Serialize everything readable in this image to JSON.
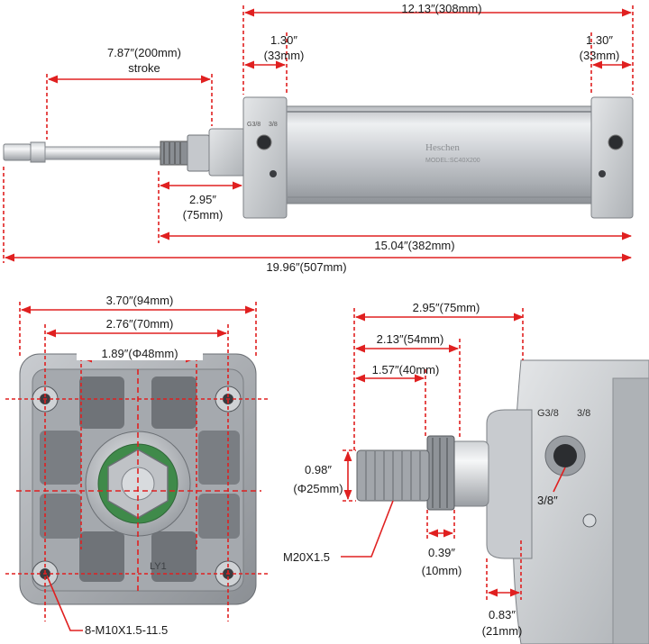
{
  "accent_color": "#e02020",
  "side_view": {
    "overall_length": "12.13″(308mm)",
    "left_cap_dim": {
      "line1": "1.30″",
      "line2": "(33mm)"
    },
    "right_cap_dim": {
      "line1": "1.30″",
      "line2": "(33mm)"
    },
    "stroke": {
      "line1": "7.87″(200mm)",
      "line2": "stroke"
    },
    "rod_ext": {
      "line1": "2.95″",
      "line2": "(75mm)"
    },
    "body_plus_rod": "15.04″(382mm)",
    "total_length": "19.96″(507mm)",
    "brand": "Heschen",
    "model": "MODEL:SC40X200",
    "port_mark_left": "G3/8",
    "port_mark_right": "3/8"
  },
  "end_view": {
    "width_total": "3.70″(94mm)",
    "hole_spacing": "2.76″(70mm)",
    "boss_dia": "1.89″(Φ48mm)",
    "cast_mark": "LY1",
    "thread_callout": "8-M10X1.5-11.5"
  },
  "detail_view": {
    "dim_75": "2.95″(75mm)",
    "dim_54": "2.13″(54mm)",
    "dim_40": "1.57″(40mm)",
    "rod_dia": {
      "line1": "0.98″",
      "line2": "(Φ25mm)"
    },
    "thread": "M20X1.5",
    "nut_thk": {
      "line1": "0.39″",
      "line2": "(10mm)"
    },
    "port_size": "3/8″",
    "cap_thk": {
      "line1": "0.83″",
      "line2": "(21mm)"
    },
    "port_mark_left": "G3/8",
    "port_mark_right": "3/8"
  }
}
